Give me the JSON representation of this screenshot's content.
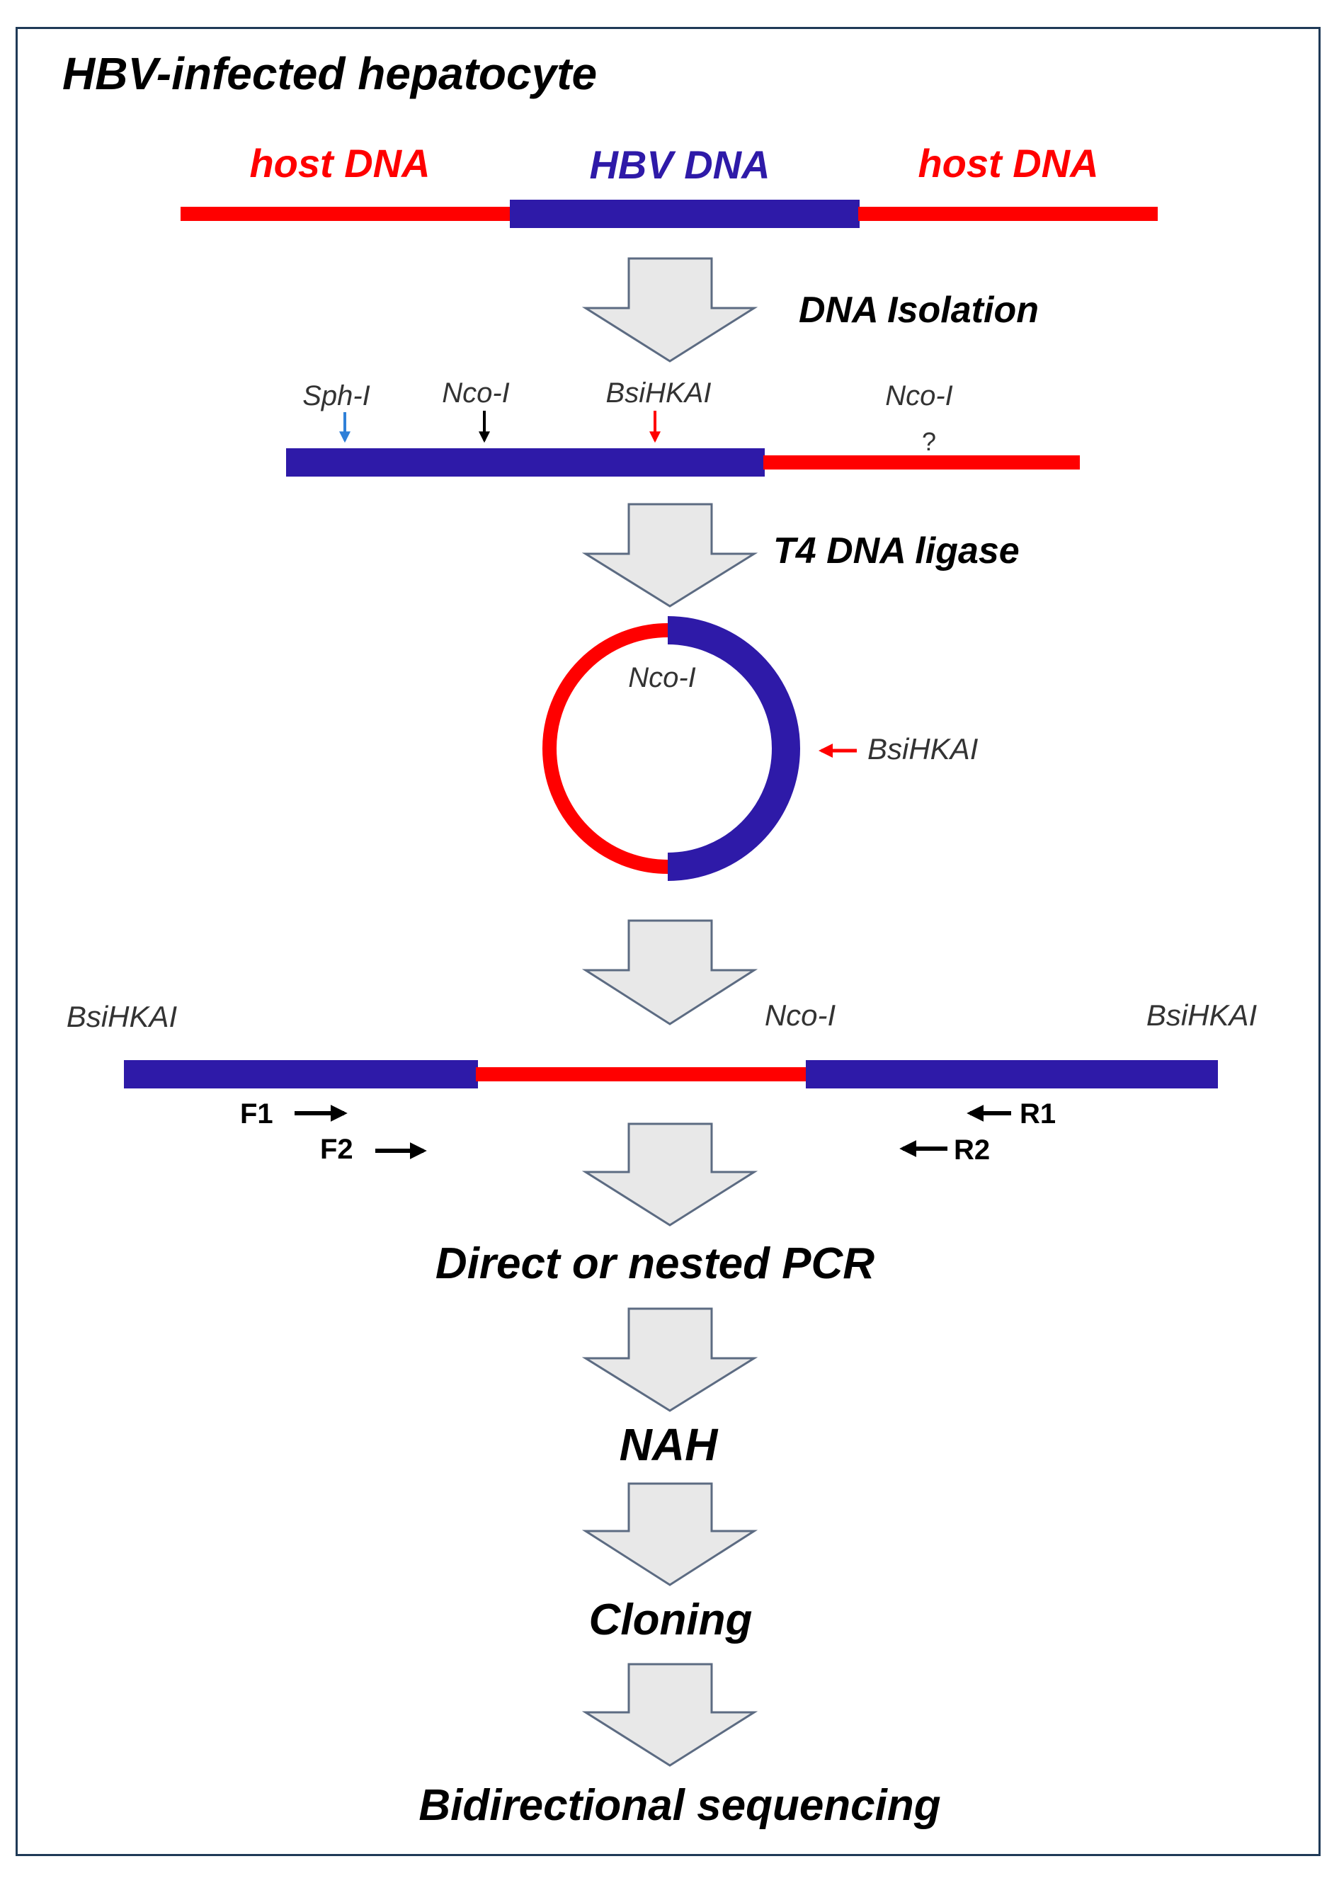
{
  "title": "HBV-infected hepatocyte",
  "colors": {
    "host": "#ff0000",
    "hbv": "#2e1aa8",
    "arrow_fill": "#e8e8e8",
    "arrow_stroke": "#5c6b82",
    "blue_marker": "#2f80d8",
    "black": "#000000",
    "frame": "#1f3a57"
  },
  "stage1": {
    "host_left": "host DNA",
    "hbv": "HBV DNA",
    "host_right": "host DNA"
  },
  "steps": {
    "isolation": "DNA Isolation",
    "ligase": "T4 DNA ligase",
    "pcr": "Direct or nested PCR",
    "nah": "NAH",
    "cloning": "Cloning",
    "sequencing": "Bidirectional sequencing"
  },
  "stage2": {
    "sph_i": "Sph-I",
    "nco_i_a": "Nco-I",
    "bsihkai": "BsiHKAI",
    "nco_i_b": "Nco-I",
    "question": "?"
  },
  "circle": {
    "nco_i": "Nco-I",
    "bsihkai": "BsiHKAI"
  },
  "stage3": {
    "bsihkai_left": "BsiHKAI",
    "nco_i": "Nco-I",
    "bsihkai_right": "BsiHKAI",
    "f1": "F1",
    "f2": "F2",
    "r1": "R1",
    "r2": "R2"
  }
}
